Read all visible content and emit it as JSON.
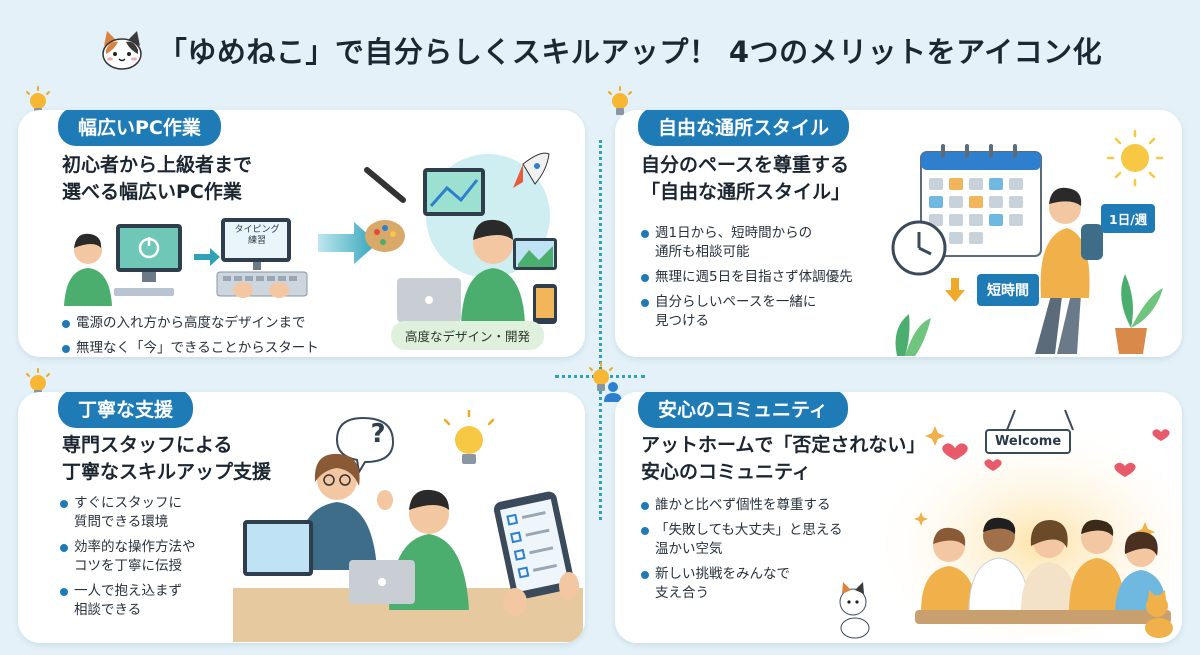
{
  "title": "「ゆめねこ」で自分らしくスキルアップ！ 4つのメリットをアイコン化",
  "colors": {
    "accent": "#1f7bb6",
    "background": "#e4f1f8",
    "connector": "#2ea3b8",
    "green_pill": "#dff0dd"
  },
  "cards": {
    "pc": {
      "badge": "幅広いPC作業",
      "lead_1": "初心者から上級者まで",
      "lead_2": "選べる幅広いPC作業",
      "screen_label_1": "タイピング",
      "screen_label_2": "練習",
      "bullets": [
        "電源の入れ方から高度なデザインまで",
        "無理なく「今」できることからスタート"
      ],
      "pill": "高度なデザイン・開発"
    },
    "schedule": {
      "badge": "自由な通所スタイル",
      "lead_1": "自分のペースを尊重する",
      "lead_2": "「自由な通所スタイル」",
      "bullets": [
        {
          "line1": "週1日から、短時間からの",
          "line2": "通所も相談可能"
        },
        {
          "line1": "無理に週5日を目指さず体調優先",
          "line2": ""
        },
        {
          "line1": "自分らしいペースを一緒に",
          "line2": "見つける"
        }
      ],
      "tag_week": "1日/週",
      "tag_short": "短時間"
    },
    "support": {
      "badge": "丁寧な支援",
      "lead_1": "専門スタッフによる",
      "lead_2": "丁寧なスキルアップ支援",
      "bullets": [
        {
          "line1": "すぐにスタッフに",
          "line2": "質問できる環境"
        },
        {
          "line1": "効率的な操作方法や",
          "line2": "コツを丁寧に伝授"
        },
        {
          "line1": "一人で抱え込まず",
          "line2": "相談できる"
        }
      ],
      "question_mark": "?"
    },
    "community": {
      "badge": "安心のコミュニティ",
      "lead_1": "アットホームで「否定されない」",
      "lead_2": "安心のコミュニティ",
      "bullets": [
        {
          "line1": "誰かと比べず個性を尊重する",
          "line2": ""
        },
        {
          "line1": "「失敗しても大丈夫」と思える",
          "line2": "温かい空気"
        },
        {
          "line1": "新しい挑戦をみんなで",
          "line2": "支え合う"
        }
      ],
      "welcome": "Welcome"
    }
  }
}
